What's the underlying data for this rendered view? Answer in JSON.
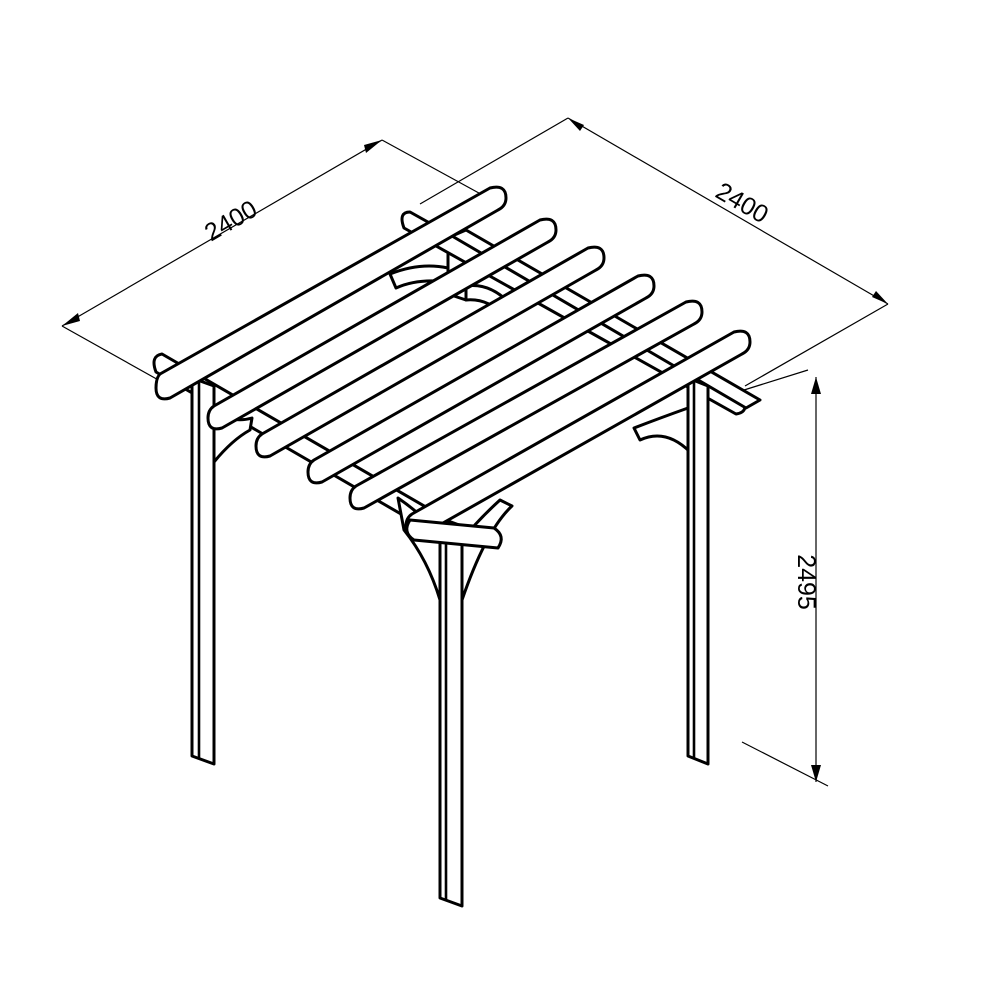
{
  "diagram": {
    "stroke_color": "#000000",
    "background_color": "#ffffff",
    "dimensions": {
      "width_left": "2400",
      "width_right": "2400",
      "height": "2495"
    }
  }
}
